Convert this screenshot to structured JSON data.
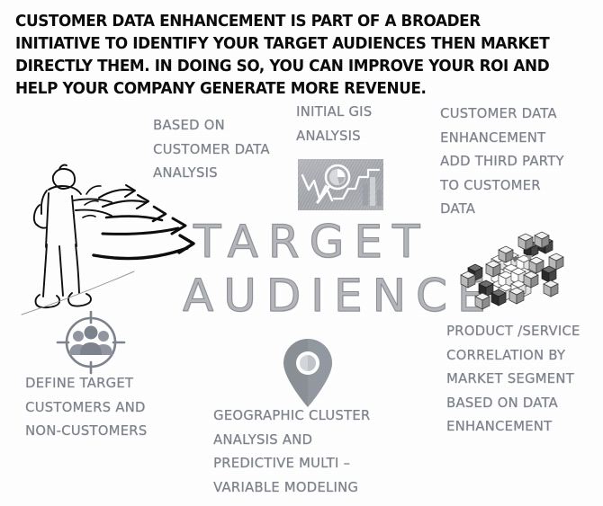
{
  "intro": {
    "text": "Customer data enhancement is part of a broader initiative to identify your target audiences then market directly them. In doing so, you can improve your ROI and help your company generate more revenue."
  },
  "title": {
    "line1": "TARGET",
    "line2": "AUDIENCE"
  },
  "captions": {
    "based_on": "BASED ON\nCUSTOMER DATA\nANALYSIS",
    "initial_gis": "INITIAL GIS\nANALYSIS",
    "customer_data_enhancement": "CUSTOMER DATA\nENHANCEMENT\nADD THIRD PARTY\nTO CUSTOMER\nDATA",
    "define_target": "DEFINE TARGET\nCUSTOMERS AND\nNON-CUSTOMERS",
    "geographic_cluster": "GEOGRAPHIC CLUSTER\nANALYSIS AND\nPREDICTIVE MULTI –\nVARIABLE MODELING",
    "product_service": "PRODUCT /SERVICE\nCORRELATION BY\nMARKET SEGMENT\nBASED ON DATA\nENHANCEMENT"
  },
  "icons": {
    "gis": "analytics-chart-icon",
    "target": "crosshair-people-icon",
    "pin": "map-pin-icon",
    "cube": "exploded-cube-icon",
    "person": "person-pointing-arrows-sketch"
  },
  "colors": {
    "intro_text": "#0b0b0b",
    "caption_text": "#7d828d",
    "title_fill": "#b4b6bb",
    "title_stroke": "#8e9196",
    "icon_gray": "#808691",
    "background": "#ffffff"
  }
}
